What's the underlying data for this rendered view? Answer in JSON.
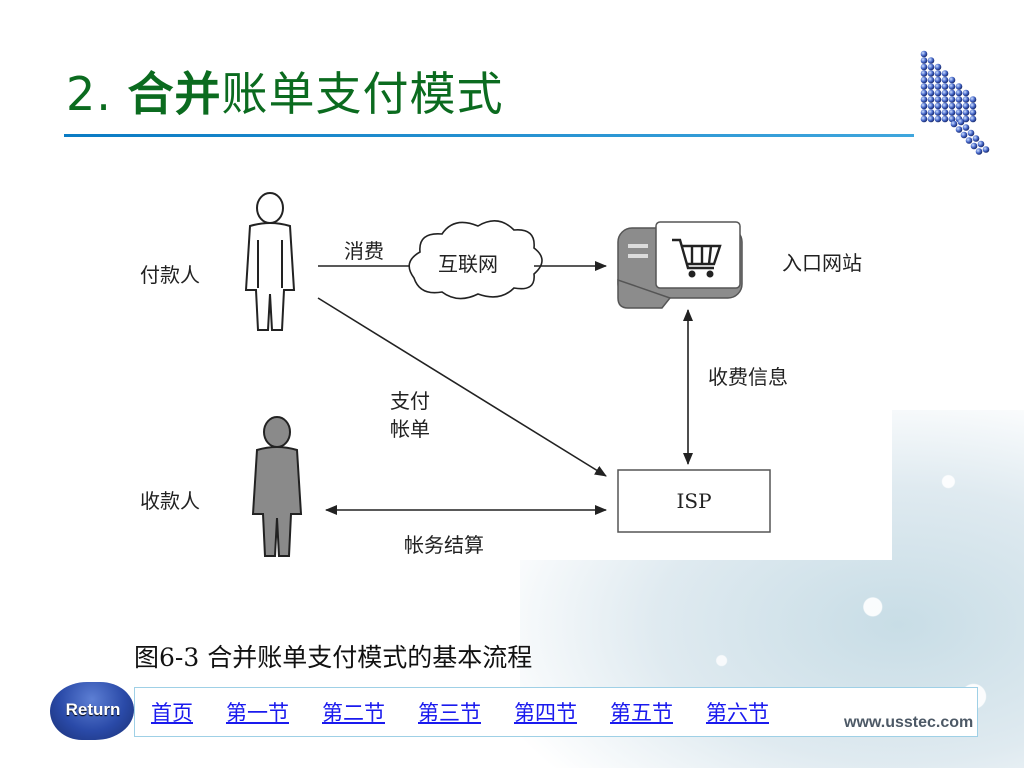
{
  "slide": {
    "title_number": "2.",
    "title_bold": "合并",
    "title_rest": "账单支付模式"
  },
  "diagram": {
    "payer_label": "付款人",
    "payee_label": "收款人",
    "consume_label": "消费",
    "internet_label": "互联网",
    "portal_label": "入口网站",
    "fee_info_label": "收费信息",
    "pay_bill_line1": "支付",
    "pay_bill_line2": "帐单",
    "isp_label": "ISP",
    "settlement_label": "帐务结算"
  },
  "caption": "图6-3 合并账单支付模式的基本流程",
  "return_label": "Return",
  "nav": {
    "links": [
      "首页",
      "第一节",
      "第二节",
      "第三节",
      "第四节",
      "第五节",
      "第六节"
    ]
  },
  "watermark": "www.usstec.com",
  "colors": {
    "title": "#0b6b1f",
    "rule": "#0a7bc4",
    "link": "#1a1aee",
    "return_button": "#2a4aa8"
  },
  "icons": {
    "cursor_logo": "dotted-arrow-cursor-icon",
    "payer": "person-outline-icon",
    "payee": "person-filled-icon",
    "cloud": "cloud-icon",
    "portal": "shopping-cart-site-icon"
  }
}
